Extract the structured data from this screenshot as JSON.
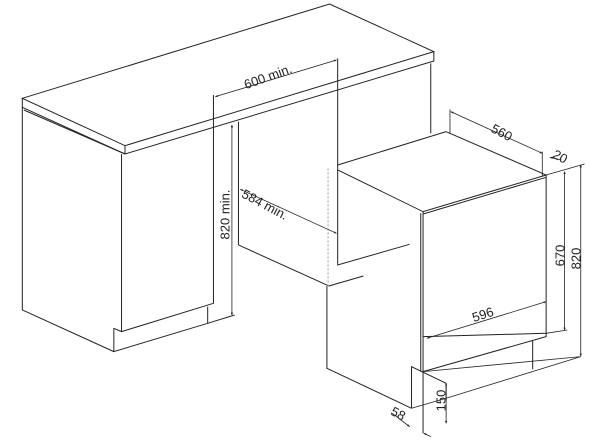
{
  "dimensions": {
    "niche_width": "600 min.",
    "niche_height": "820 min.",
    "niche_depth": "584 min.",
    "appliance_depth": "560",
    "door_offset": "20",
    "door_height": "670",
    "appliance_height": "820",
    "appliance_width": "596",
    "plinth_height": "150",
    "plinth_offset": "58"
  },
  "colors": {
    "line": "#222222",
    "background": "#ffffff"
  }
}
